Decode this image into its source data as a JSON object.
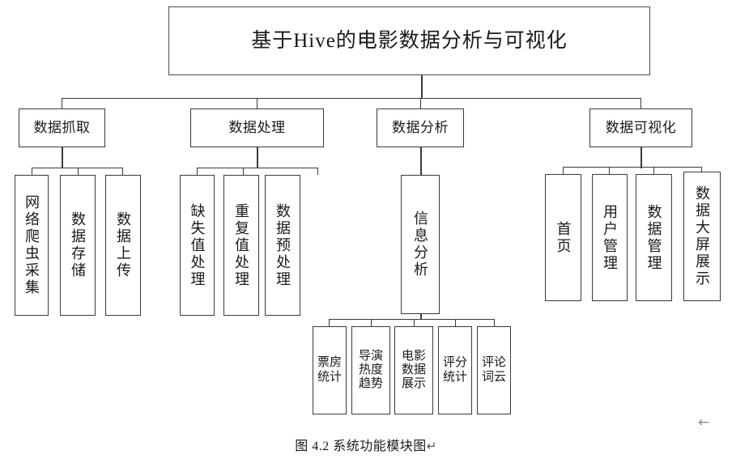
{
  "diagram": {
    "type": "tree",
    "title_node": {
      "label": "基于Hive的电影数据分析与可视化"
    },
    "level2": [
      {
        "label": "数据抓取"
      },
      {
        "label": "数据处理"
      },
      {
        "label": "数据分析"
      },
      {
        "label": "数据可视化"
      }
    ],
    "crawl_children": [
      {
        "label": "网络爬虫采集"
      },
      {
        "label": "数据存储"
      },
      {
        "label": "数据上传"
      }
    ],
    "process_children": [
      {
        "label": "缺失值处理"
      },
      {
        "label": "重复值处理"
      },
      {
        "label": "数据预处理"
      }
    ],
    "analysis_child": {
      "label": "信息分析"
    },
    "analysis_leaves": [
      {
        "label": "票房统计"
      },
      {
        "label": "导演热度趋势"
      },
      {
        "label": "电影数据展示"
      },
      {
        "label": "评分统计"
      },
      {
        "label": "评论词云"
      }
    ],
    "visual_children": [
      {
        "label": "首页"
      },
      {
        "label": "用户管理"
      },
      {
        "label": "数据管理"
      },
      {
        "label": "数据大屏展示"
      }
    ]
  },
  "caption": {
    "text": "图 4.2 系统功能模块图",
    "return_mark": "↵"
  },
  "margin_marker": {
    "glyph": "←"
  },
  "colors": {
    "line": "#3a3a3a",
    "text": "#1a1a1a",
    "background": "#ffffff",
    "marker": "#8a8a8a"
  }
}
